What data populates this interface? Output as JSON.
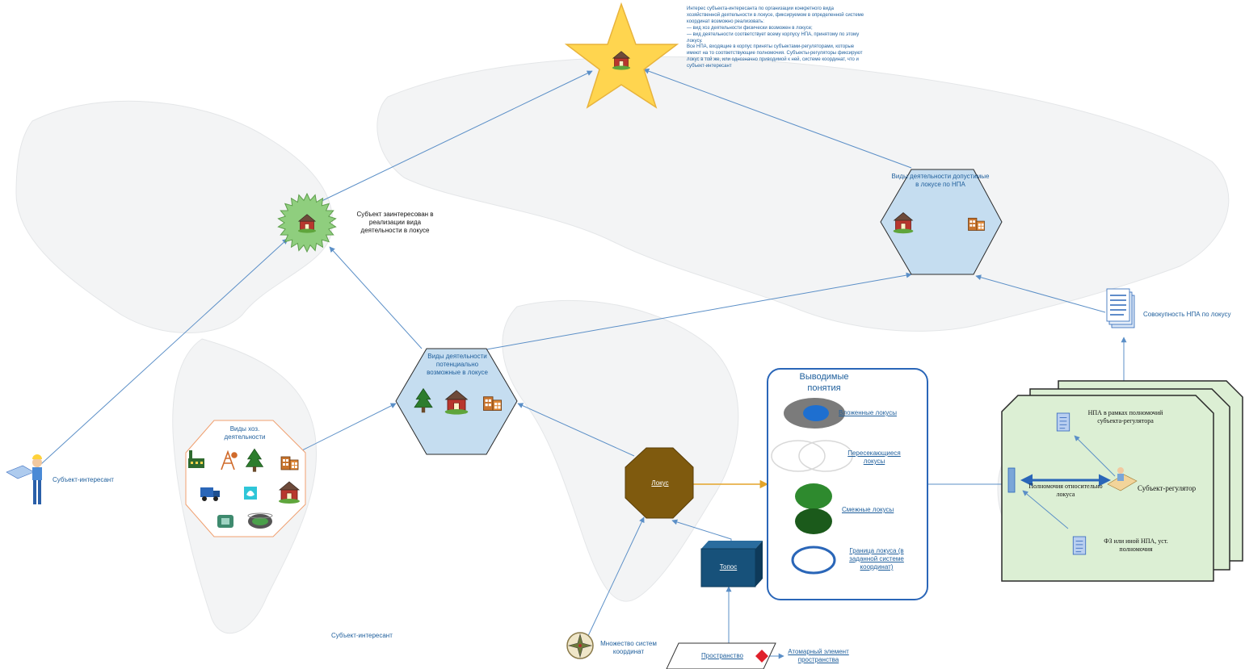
{
  "note": {
    "lines": [
      "Интерес субъекта-интересанта по организации конкретного вида",
      "хозяйственной деятельности в локусе, фиксируемом в определенной системе",
      "координат возможно реализовать:",
      "— вид хоз деятельности физически возможен в локусе;",
      "— вид деятельности соответствует всему корпусу НПА, принятому по этому",
      "локусу.",
      "Все НПА, входящие в корпус приняты субъектами-регуляторами, которые",
      "имеют на то соответствующие полномочия. Субъекты-регуляторы фиксируют",
      "локус в той же, или однозначно приводимой к ней, системе координат, что и",
      "субъект-интересант"
    ]
  },
  "labels": {
    "interested_subject": "Субъект заинтересован в реализации вида деятельности в локусе",
    "permitted_activities": "Виды деятельности допустимые в локусе по НПА",
    "potential_activities": "Виды деятельности потенциально возможные в локусе",
    "activity_types": "Виды хоз. деятельности",
    "stakeholder": "Субъект-интересант",
    "stakeholder_bottom": "Субъект-интересант",
    "npa_set": "Совокупность НПА по локусу",
    "locus": "Локус",
    "topos": "Топос",
    "coordinate_systems": "Множество систем координат",
    "space": "Пространство",
    "atomic_element": "Атомарный элемент пространства"
  },
  "derived": {
    "title": "Выводимые понятия",
    "nested": "Вложенные локусы",
    "intersecting": "Пересекающиеся локусы",
    "adjacent": "Смежные локусы",
    "boundary": "Граница локуса (в заданной системе координат)"
  },
  "regulator": {
    "npa_scope": "НПА в рамках полномочий субъекта-регулятора",
    "powers": "Полномочия относительно локуса",
    "regulator": "Субъект-регулятор",
    "fz": "ФЗ или иной НПА, уст. полномочия"
  },
  "colors": {
    "arrow": "#5b8fc7",
    "hexagon_fill": "#c5ddf0",
    "locus_fill": "#7f5a0e",
    "star_fill": "#ffd54f",
    "burst_fill": "#8fce7e",
    "card_fill": "#dcefd4",
    "topos_fill": "#17517a"
  },
  "icons": [
    "factory-icon",
    "oil-rig-icon",
    "tree-icon",
    "farm-icon",
    "truck-icon",
    "water-icon",
    "mining-icon",
    "stadium-icon",
    "documents-icon",
    "worker-icon",
    "compass-icon",
    "diamond-icon"
  ]
}
